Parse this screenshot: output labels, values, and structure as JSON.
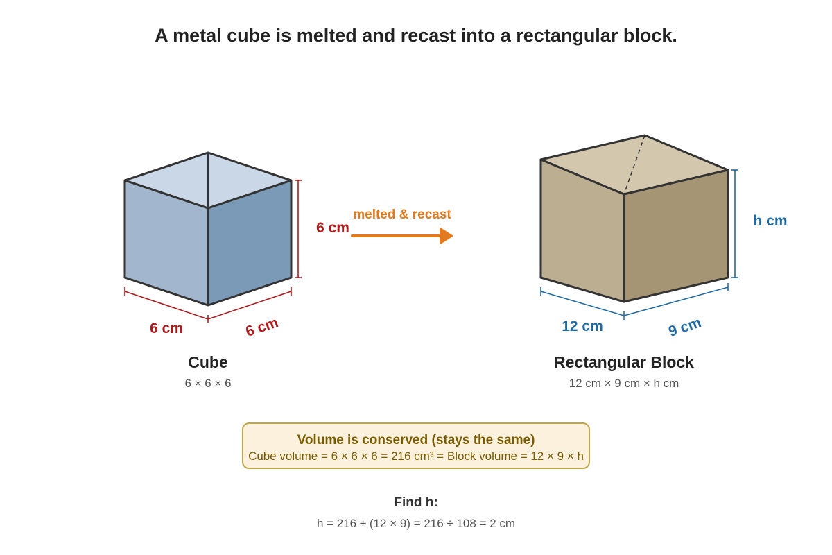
{
  "title": "A metal cube is melted and recast into a rectangular block.",
  "cube": {
    "height_label": "6 cm",
    "length_label": "6 cm",
    "width_label": "6 cm",
    "name": "Cube",
    "dims": "6 × 6 × 6"
  },
  "arrow": {
    "label": "melted & recast"
  },
  "block": {
    "height_label": "h cm",
    "length_label": "12 cm",
    "width_label": "9 cm",
    "name": "Rectangular Block",
    "dims": "12 cm × 9 cm × h cm"
  },
  "note": {
    "heading": "Volume is conserved (stays the same)",
    "equation": "Cube volume = 6 × 6 × 6 = 216 cm³ = Block volume = 12 × 9 × h"
  },
  "solution": {
    "heading": "Find h:",
    "equation": "h = 216 ÷ (12 × 9) = 216 ÷ 108 = 2 cm"
  },
  "colors": {
    "cube_top": "#c9d7e6",
    "cube_front": "#a2b7ce",
    "cube_side": "#7b9ab7",
    "block_top": "#d3c7ae",
    "block_front": "#bcae90",
    "block_side": "#a69575",
    "cube_dimension": "#b01a1a",
    "block_dimension": "#1f6aa0",
    "arrow": "#e27b20",
    "note_fill": "#fbf1dc",
    "note_border": "#c2a74a"
  }
}
